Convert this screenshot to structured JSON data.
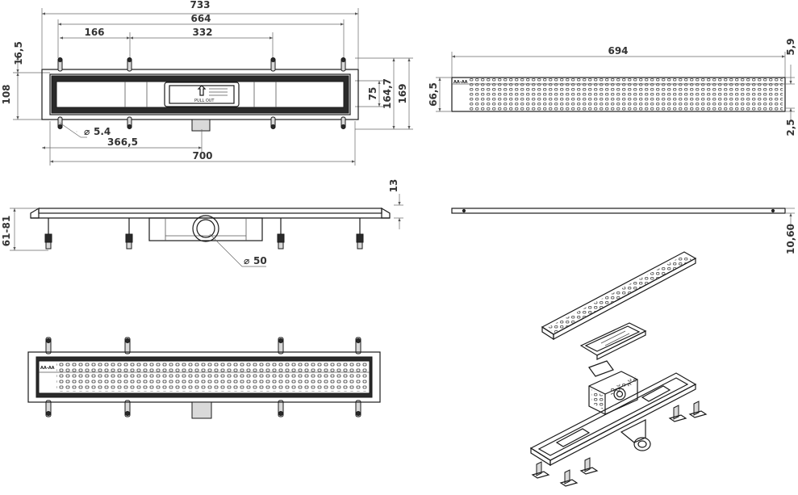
{
  "dimensions": {
    "top_view": {
      "overall_width": "733",
      "inner_width": "664",
      "left_segment": "166",
      "middle_segment": "332",
      "bracket_offset": "16,5",
      "height_left": "108",
      "inner_height_a": "75",
      "inner_height_b": "164,7",
      "total_height": "169",
      "hole_diameter": "5.4",
      "outlet_offset": "366,5",
      "channel_length": "700"
    },
    "grate_view": {
      "grate_length": "694",
      "grate_width": "66,5",
      "top_offset": "5,9",
      "bottom_offset": "2,5"
    },
    "side_view": {
      "rim_height": "13",
      "leg_height": "61-81",
      "outlet_diameter": "50"
    },
    "grate_side": {
      "thickness": "10,60"
    }
  },
  "label": {
    "pull_out": "PULL OUT",
    "brand": "AA-AA"
  }
}
